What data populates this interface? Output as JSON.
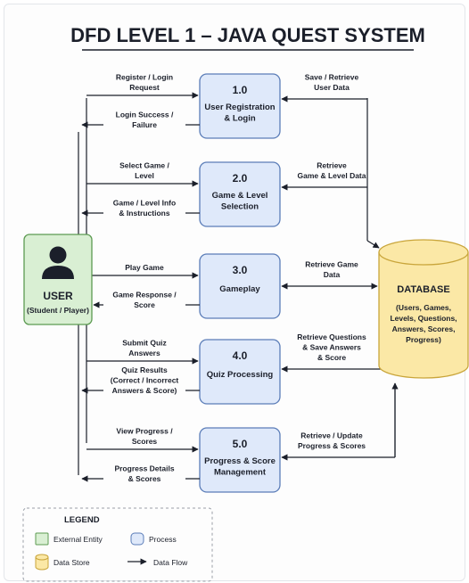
{
  "title": "DFD LEVEL 1 – JAVA QUEST SYSTEM",
  "user": {
    "line1": "USER",
    "line2": "(Student / Player)"
  },
  "database": {
    "title": "DATABASE",
    "lines": [
      "(Users, Games,",
      "Levels, Questions,",
      "Answers, Scores,",
      "Progress)"
    ]
  },
  "processes": [
    {
      "number": "1.0",
      "name": [
        "User Registration",
        "& Login"
      ]
    },
    {
      "number": "2.0",
      "name": [
        "Game & Level",
        "Selection"
      ]
    },
    {
      "number": "3.0",
      "name": [
        "Gameplay"
      ]
    },
    {
      "number": "4.0",
      "name": [
        "Quiz Processing"
      ]
    },
    {
      "number": "5.0",
      "name": [
        "Progress & Score",
        "Management"
      ]
    }
  ],
  "user_flows": [
    {
      "in": [
        "Register / Login",
        "Request"
      ],
      "out": [
        "Login Success /",
        "Failure"
      ]
    },
    {
      "in": [
        "Select Game /",
        "Level"
      ],
      "out": [
        "Game / Level Info",
        "& Instructions"
      ]
    },
    {
      "in": [
        "Play Game"
      ],
      "out": [
        "Game Response /",
        "Score"
      ]
    },
    {
      "in": [
        "Submit Quiz",
        "Answers"
      ],
      "out": [
        "Quiz Results",
        "(Correct / Incorrect",
        "Answers & Score)"
      ]
    },
    {
      "in": [
        "View Progress /",
        "Scores"
      ],
      "out": [
        "Progress Details",
        "& Scores"
      ]
    }
  ],
  "db_flows": [
    [
      "Save / Retrieve",
      "User Data"
    ],
    [
      "Retrieve",
      "Game & Level Data"
    ],
    [
      "Retrieve Game",
      "Data"
    ],
    [
      "Retrieve Questions",
      "& Save Answers",
      "& Score"
    ],
    [
      "Retrieve / Update",
      "Progress & Scores"
    ]
  ],
  "legend": {
    "title": "LEGEND",
    "external_entity": "External Entity",
    "process": "Process",
    "data_store": "Data Store",
    "data_flow": "Data Flow"
  },
  "colors": {
    "process_fill": "#dfe9fa",
    "process_stroke": "#5b7db8",
    "user_fill": "#d9efd3",
    "user_stroke": "#5d9b52",
    "db_fill": "#fbe8a6",
    "db_stroke": "#c9a53a",
    "line": "#1b1f2a"
  }
}
